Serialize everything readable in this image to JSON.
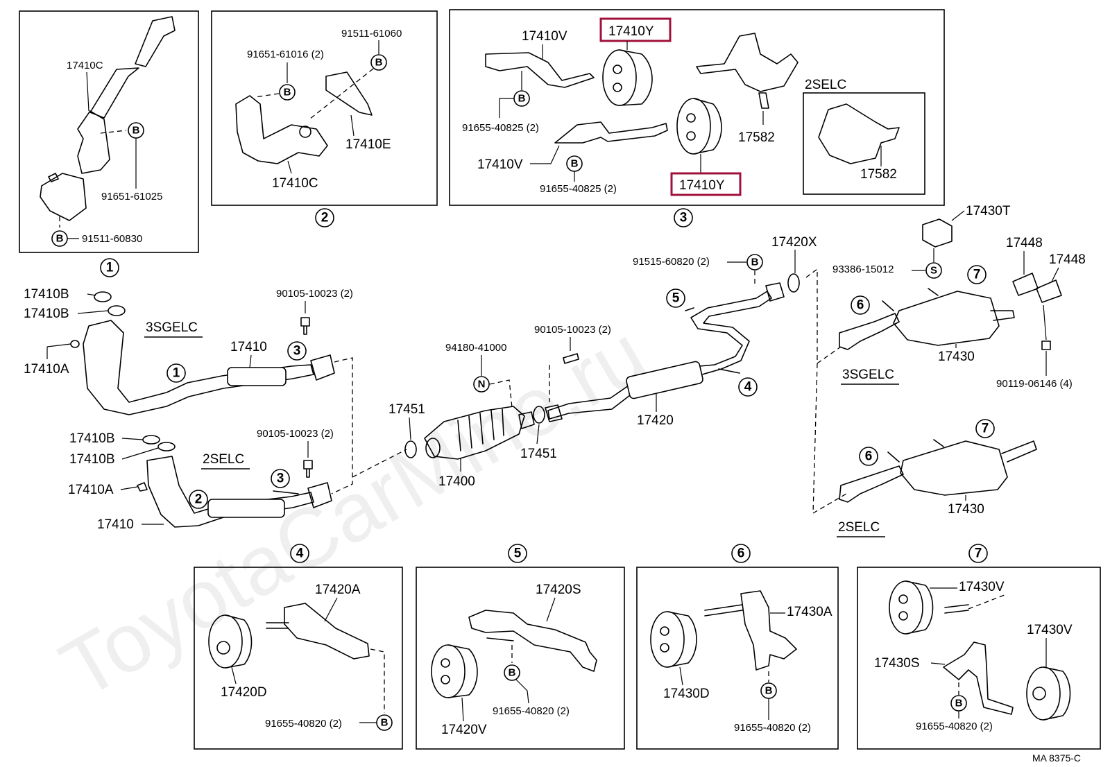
{
  "watermark": "ToyotaCarMine.ru",
  "highlight_color": "#a0103a",
  "diagram_ref": "MA 8375-C",
  "callouts": [
    "1",
    "2",
    "3",
    "4",
    "5",
    "6",
    "7"
  ],
  "fastener_letters": {
    "b": "B",
    "n": "N",
    "s": "S"
  },
  "variants": {
    "v3sgelc": "3SGELC",
    "v2selc": "2SELC"
  },
  "parts": {
    "p17410C": "17410C",
    "p91651_61025": "91651-61025",
    "p91511_60830": "91511-60830",
    "p91651_61016": "91651-61016 (2)",
    "p91511_61060": "91511-61060",
    "p17410E": "17410E",
    "p17410V": "17410V",
    "p17410Y": "17410Y",
    "p91655_40825": "91655-40825 (2)",
    "p17582": "17582",
    "p17410B": "17410B",
    "p17410A": "17410A",
    "p17410": "17410",
    "p90105_10023": "90105-10023 (2)",
    "p17451": "17451",
    "p94180_41000": "94180-41000",
    "p17400": "17400",
    "p17420": "17420",
    "p91515_60820": "91515-60820 (2)",
    "p17420X": "17420X",
    "p17430T": "17430T",
    "p93386_15012": "93386-15012",
    "p17448": "17448",
    "p17430": "17430",
    "p90119_06146": "90119-06146 (4)",
    "p17420A": "17420A",
    "p17420D": "17420D",
    "p91655_40820": "91655-40820 (2)",
    "p17420S": "17420S",
    "p17420V": "17420V",
    "p17430A": "17430A",
    "p17430D": "17430D",
    "p17430V": "17430V",
    "p17430S": "17430S"
  }
}
